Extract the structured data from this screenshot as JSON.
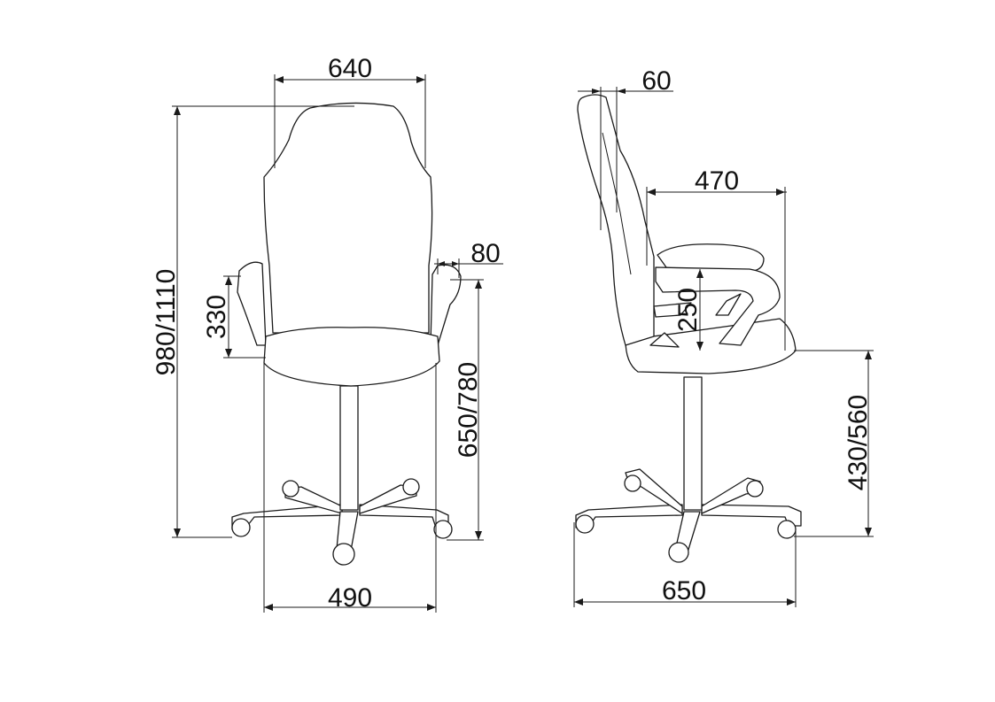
{
  "drawing": {
    "front_view": {
      "overall_width": "640",
      "base_width": "490",
      "total_height": "980/1110",
      "armrest_height": "330",
      "armrest_width": "80",
      "armrest_floor_height": "650/780"
    },
    "side_view": {
      "backrest_depth": "60",
      "seat_depth": "470",
      "armrest_over_seat": "250",
      "seat_height": "430/560",
      "base_depth": "650"
    }
  }
}
